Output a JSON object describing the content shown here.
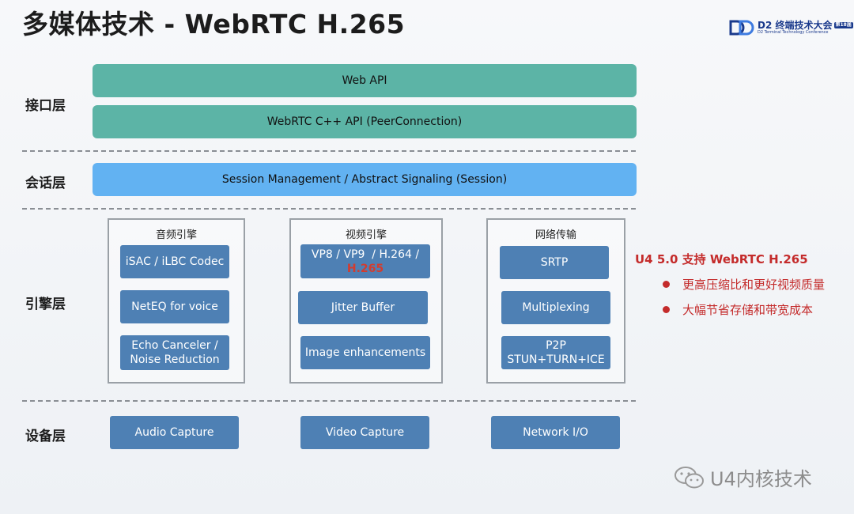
{
  "title": "多媒体技术 - WebRTC H.265",
  "logo": {
    "name": "D2 终端技术大会",
    "badge": "第18届",
    "subtitle": "D2 Terminal Technology Conference"
  },
  "layers": {
    "interface": "接口层",
    "session": "会话层",
    "engine": "引擎层",
    "device": "设备层"
  },
  "interface_bars": [
    "Web API",
    "WebRTC C++ API (PeerConnection)"
  ],
  "session_bar": "Session Management / Abstract Signaling (Session)",
  "engines": {
    "audio": {
      "title": "音频引擎",
      "modules": [
        "iSAC / iLBC Codec",
        "NetEQ for voice",
        "Echo Canceler /",
        "Noise Reduction"
      ]
    },
    "video": {
      "title": "视频引擎",
      "codec_line": "VP8 / VP9  / H.264 /",
      "codec_highlight": "H.265",
      "modules": [
        "Jitter Buffer",
        "Image enhancements"
      ]
    },
    "network": {
      "title": "网络传输",
      "modules": [
        "SRTP",
        "Multiplexing",
        "P2P",
        "STUN+TURN+ICE"
      ]
    }
  },
  "devices": [
    "Audio Capture",
    "Video Capture",
    "Network I/O"
  ],
  "note": {
    "title": "U4 5.0 支持 WebRTC H.265",
    "items": [
      "更高压缩比和更好视频质量",
      "大幅节省存储和带宽成本"
    ]
  },
  "watermark": "U4内核技术",
  "colors": {
    "interface": "#5cb4a6",
    "session": "#62b2f2",
    "module": "#4e80b4",
    "highlight": "#c42b2b"
  }
}
